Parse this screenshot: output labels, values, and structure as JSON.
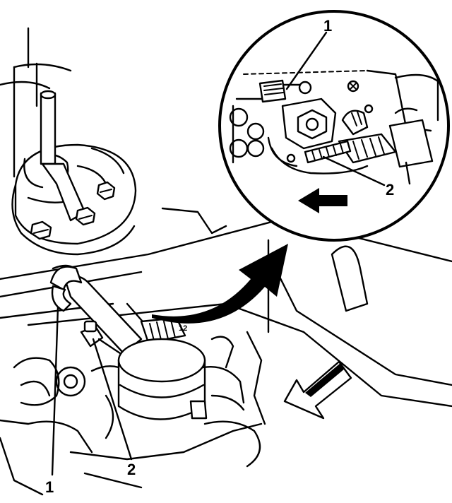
{
  "diagram": {
    "callouts": {
      "inset_one": "1",
      "inset_two": "2",
      "main_one": "1",
      "main_two": "2"
    },
    "colors": {
      "ink": "#000000",
      "paper": "#ffffff"
    },
    "icons": {
      "inset_direction": "left-arrow-icon",
      "main_direction": "down-left-arrow-icon",
      "zoom_pointer": "curved-arrow-icon"
    }
  }
}
